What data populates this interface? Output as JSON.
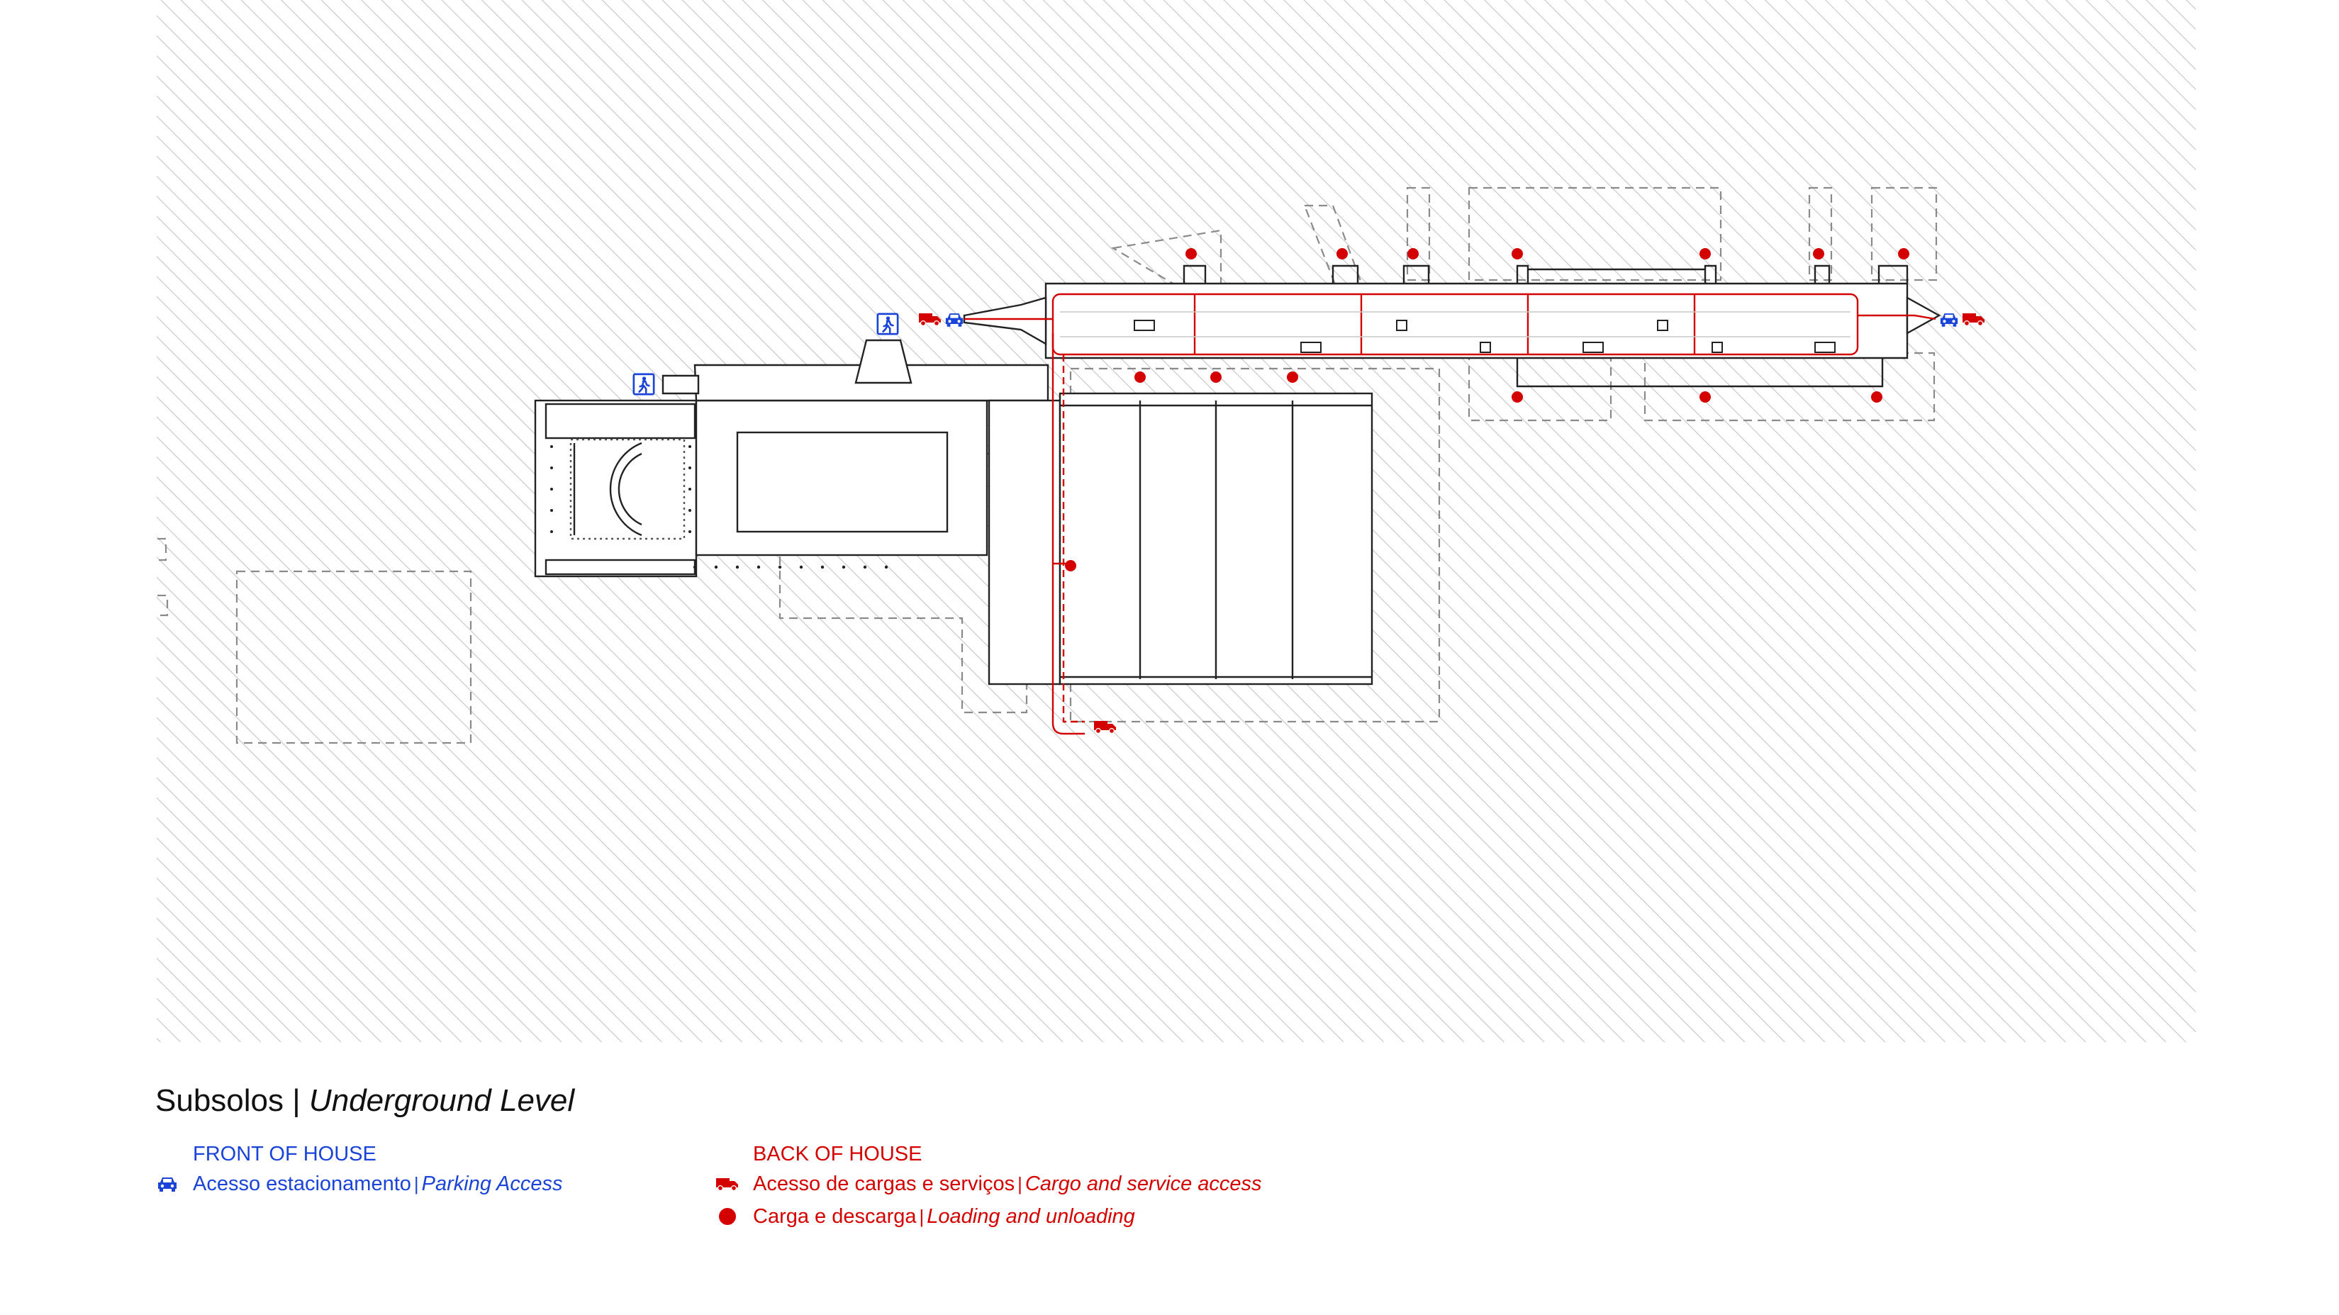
{
  "title": {
    "pt": "Subsolos",
    "separator": "|",
    "en": "Underground Level"
  },
  "legend": {
    "front": {
      "heading": "FRONT OF HOUSE",
      "color": "#1a44d8",
      "items": [
        {
          "icon": "car-icon",
          "pt": "Acesso estacionamento",
          "separator": "|",
          "en": "Parking Access"
        }
      ]
    },
    "back": {
      "heading": "BACK OF HOUSE",
      "color": "#d40000",
      "items": [
        {
          "icon": "truck-icon",
          "pt": "Acesso de cargas e serviços",
          "separator": "|",
          "en": "Cargo and service access"
        },
        {
          "icon": "dot-icon",
          "pt": "Carga e descarga",
          "separator": "|",
          "en": "Loading and unloading"
        }
      ]
    }
  },
  "colors": {
    "hatch": "#b8b8b8",
    "wall": "#222222",
    "dashed": "#8a8a8a",
    "service": "#d40000",
    "parking": "#1a44d8"
  },
  "icons": [
    "car-icon",
    "truck-icon",
    "pedestrian-icon",
    "loading-dot-icon"
  ]
}
